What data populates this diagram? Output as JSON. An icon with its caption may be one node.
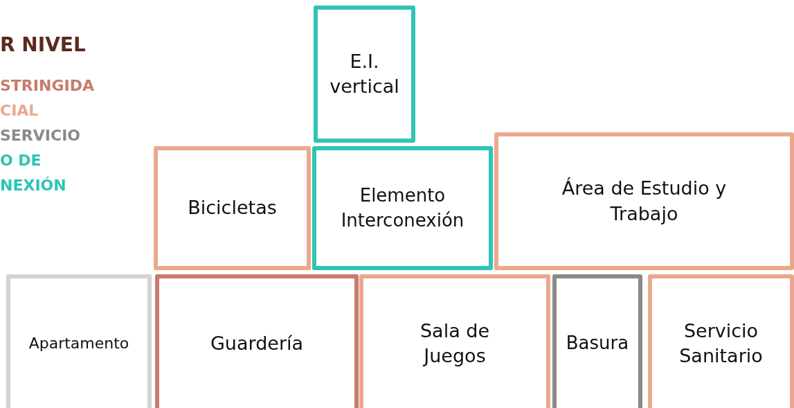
{
  "diagram": {
    "nodes": [
      {
        "text": [
          "E.I. vertical"
        ]
      },
      {
        "text": [
          "Bicicletas"
        ]
      },
      {
        "text": [
          "Elemento Interconexión"
        ]
      },
      {
        "text": [
          "Área de Estudio y Trabajo"
        ]
      },
      {
        "text": [
          "Apartamento"
        ]
      },
      {
        "text": [
          "Guardería"
        ]
      },
      {
        "text": [
          "Sala de Juegos"
        ]
      },
      {
        "text": [
          "Basura"
        ]
      },
      {
        "text": [
          "Servicio Sanitario"
        ]
      }
    ],
    "labels": [
      "R NIVEL"
    ],
    "legend": [
      {
        "text": "STRINGIDA",
        "color": "#c97b6d"
      },
      {
        "text": "CIAL",
        "color": "#eba88e"
      },
      {
        "text": "SERVICIO",
        "color": "#8a8a8a"
      },
      {
        "text": "O DE NEXIÓN",
        "color": "#2ec4b6"
      }
    ]
  }
}
